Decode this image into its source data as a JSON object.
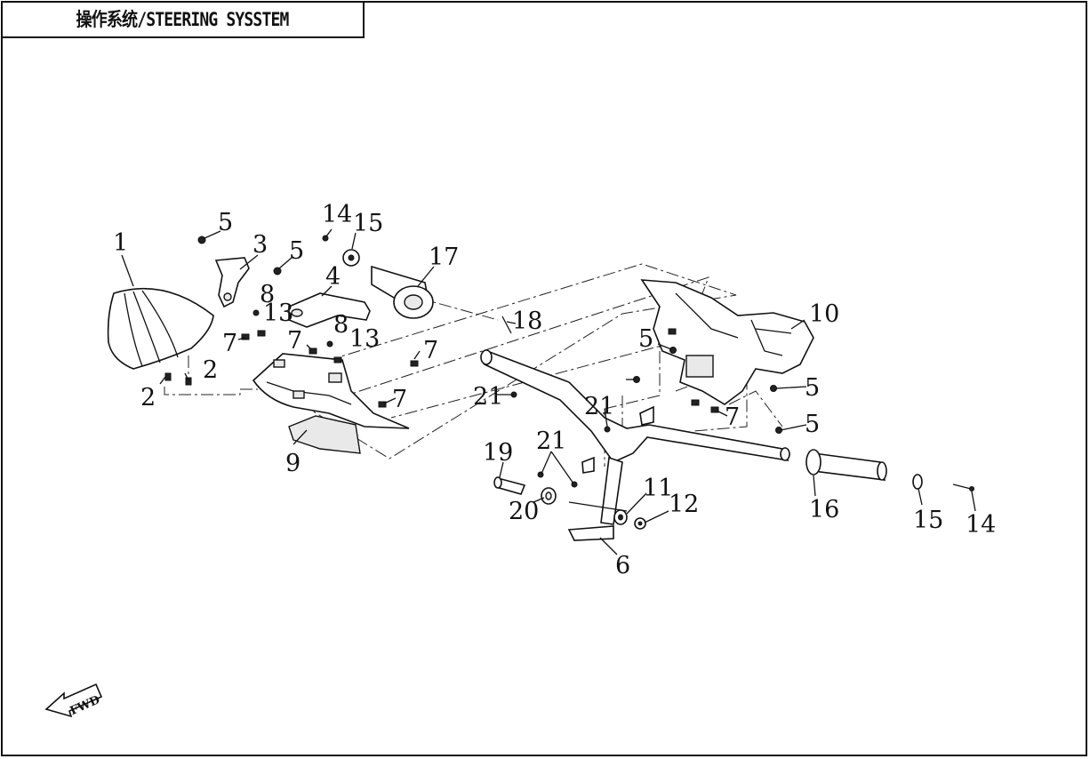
{
  "title": "操作系统/STEERING SYSSTEM",
  "fwd_label": "FWD",
  "callouts": {
    "c1": "1",
    "c2a": "2",
    "c2b": "2",
    "c3": "3",
    "c4": "4",
    "c5a": "5",
    "c5b": "5",
    "c5c": "5",
    "c5d": "5",
    "c5e": "5",
    "c6": "6",
    "c7a": "7",
    "c7b": "7",
    "c7c": "7",
    "c7d": "7",
    "c7e": "7",
    "c8a": "8",
    "c8b": "8",
    "c9": "9",
    "c10": "10",
    "c11": "11",
    "c12": "12",
    "c13a": "13",
    "c13b": "13",
    "c14a": "14",
    "c14b": "14",
    "c15a": "15",
    "c15b": "15",
    "c16": "16",
    "c17": "17",
    "c18": "18",
    "c19": "19",
    "c20": "20",
    "c21a": "21",
    "c21b": "21",
    "c21c": "21"
  }
}
